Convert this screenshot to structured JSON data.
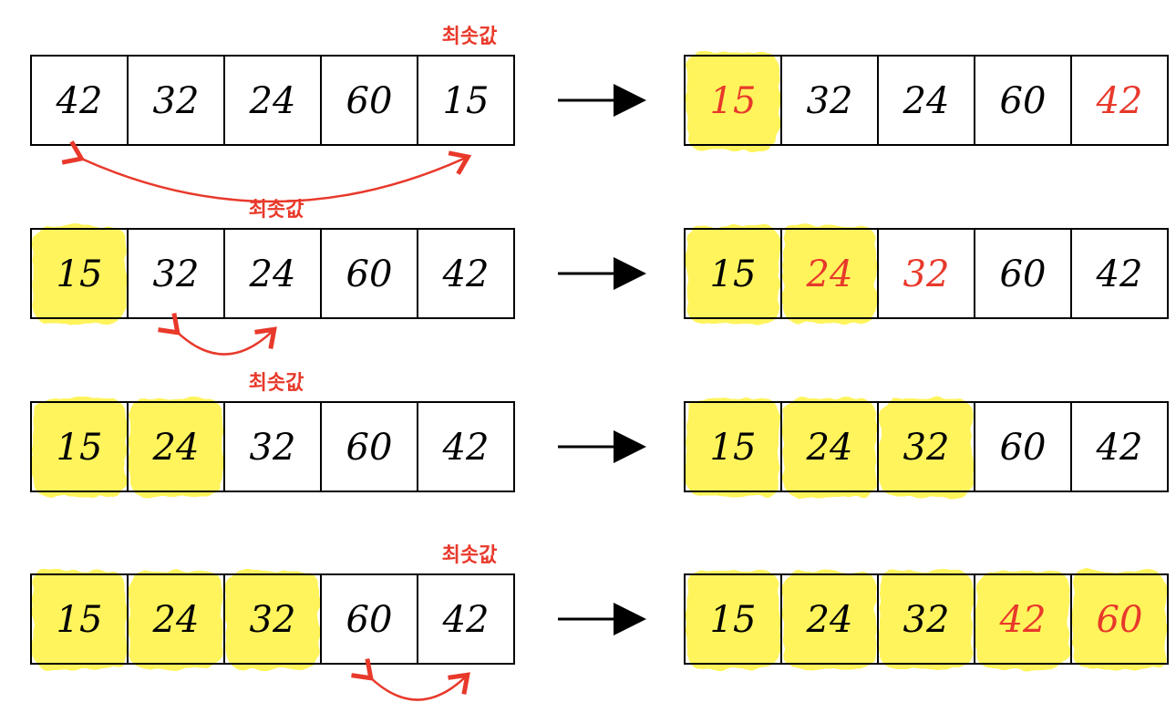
{
  "colors": {
    "ink": "#000000",
    "accent": "#e8392b",
    "highlight": "#fff45c"
  },
  "steps": [
    {
      "label": "최솟값",
      "before": {
        "values": [
          "42",
          "32",
          "24",
          "60",
          "15"
        ],
        "sorted_count": 0
      },
      "after": {
        "values": [
          "15",
          "32",
          "24",
          "60",
          "42"
        ],
        "sorted_count": 1,
        "changed": [
          0,
          4
        ]
      },
      "swap": [
        0,
        4
      ],
      "label_over": 4
    },
    {
      "label": "최솟값",
      "before": {
        "values": [
          "15",
          "32",
          "24",
          "60",
          "42"
        ],
        "sorted_count": 1
      },
      "after": {
        "values": [
          "15",
          "24",
          "32",
          "60",
          "42"
        ],
        "sorted_count": 2,
        "changed": [
          1,
          2
        ]
      },
      "swap": [
        1,
        2
      ],
      "label_over": 2
    },
    {
      "label": "최솟값",
      "before": {
        "values": [
          "15",
          "24",
          "32",
          "60",
          "42"
        ],
        "sorted_count": 2
      },
      "after": {
        "values": [
          "15",
          "24",
          "32",
          "60",
          "42"
        ],
        "sorted_count": 3,
        "changed": []
      },
      "swap": null,
      "label_over": 2
    },
    {
      "label": "최솟값",
      "before": {
        "values": [
          "15",
          "24",
          "32",
          "60",
          "42"
        ],
        "sorted_count": 3
      },
      "after": {
        "values": [
          "15",
          "24",
          "32",
          "42",
          "60"
        ],
        "sorted_count": 5,
        "changed": [
          3,
          4
        ]
      },
      "swap": [
        3,
        4
      ],
      "label_over": 4
    }
  ]
}
